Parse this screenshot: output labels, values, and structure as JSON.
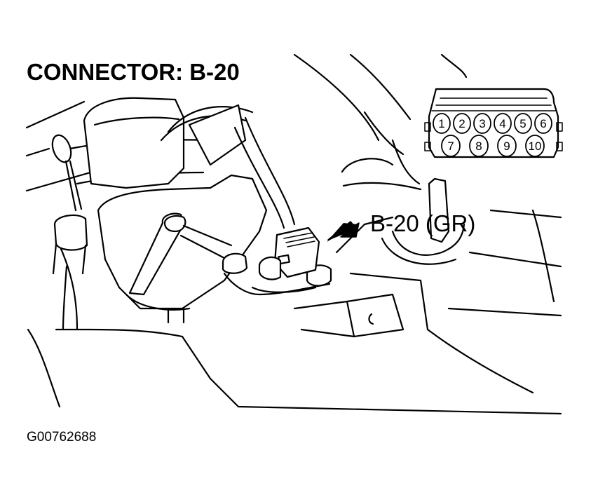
{
  "title": "CONNECTOR: B-20",
  "callout_label": "B-20 (GR)",
  "figure_id": "G00762688",
  "connector_pins": {
    "top_row": [
      "1",
      "2",
      "3",
      "4",
      "5",
      "6"
    ],
    "bottom_row": [
      "7",
      "8",
      "9",
      "10"
    ]
  }
}
